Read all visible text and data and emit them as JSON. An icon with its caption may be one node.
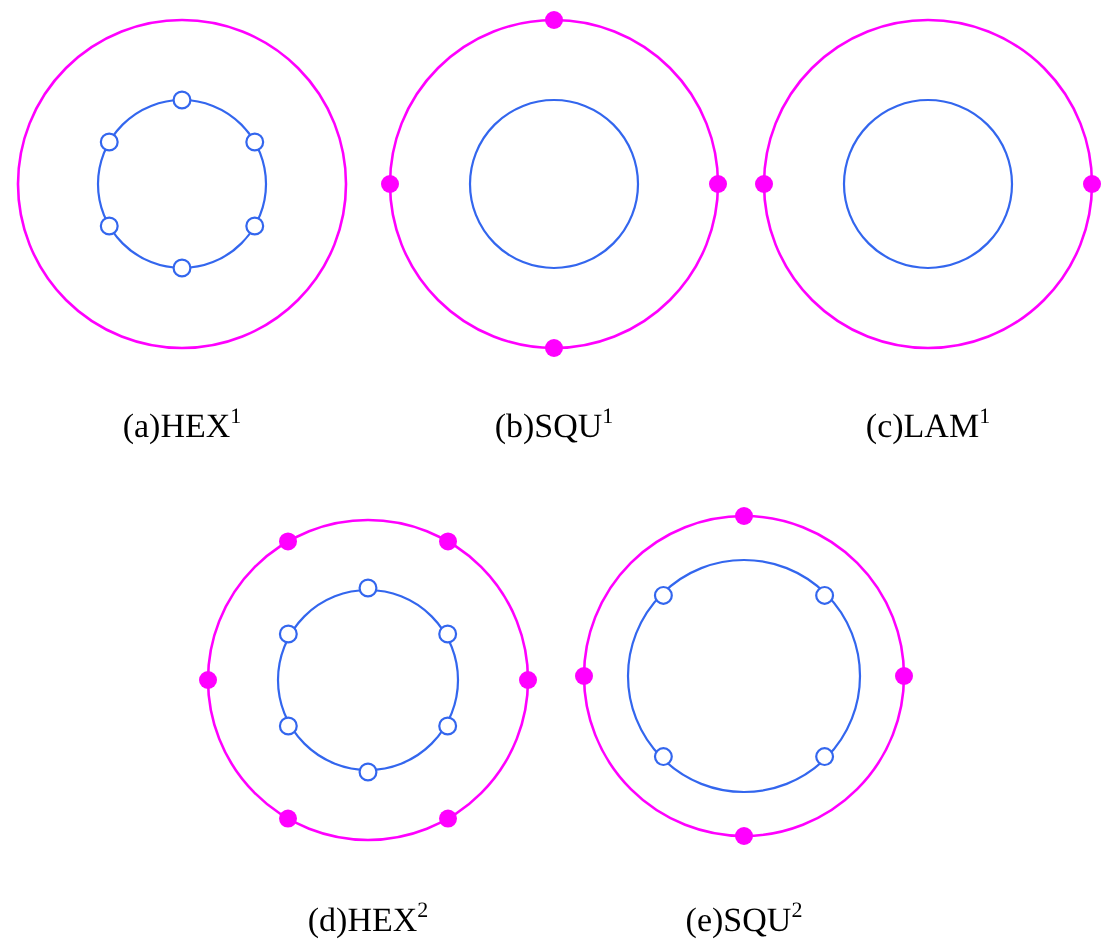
{
  "diagram": {
    "labels": [
      "(a)HEX$^{1}$",
      "(b)SQU$^{1}$",
      "(c)LAM$^{1}$",
      "(d)HEX$^{2}$",
      "(e)SQU$^{2}$"
    ]
  }
}
